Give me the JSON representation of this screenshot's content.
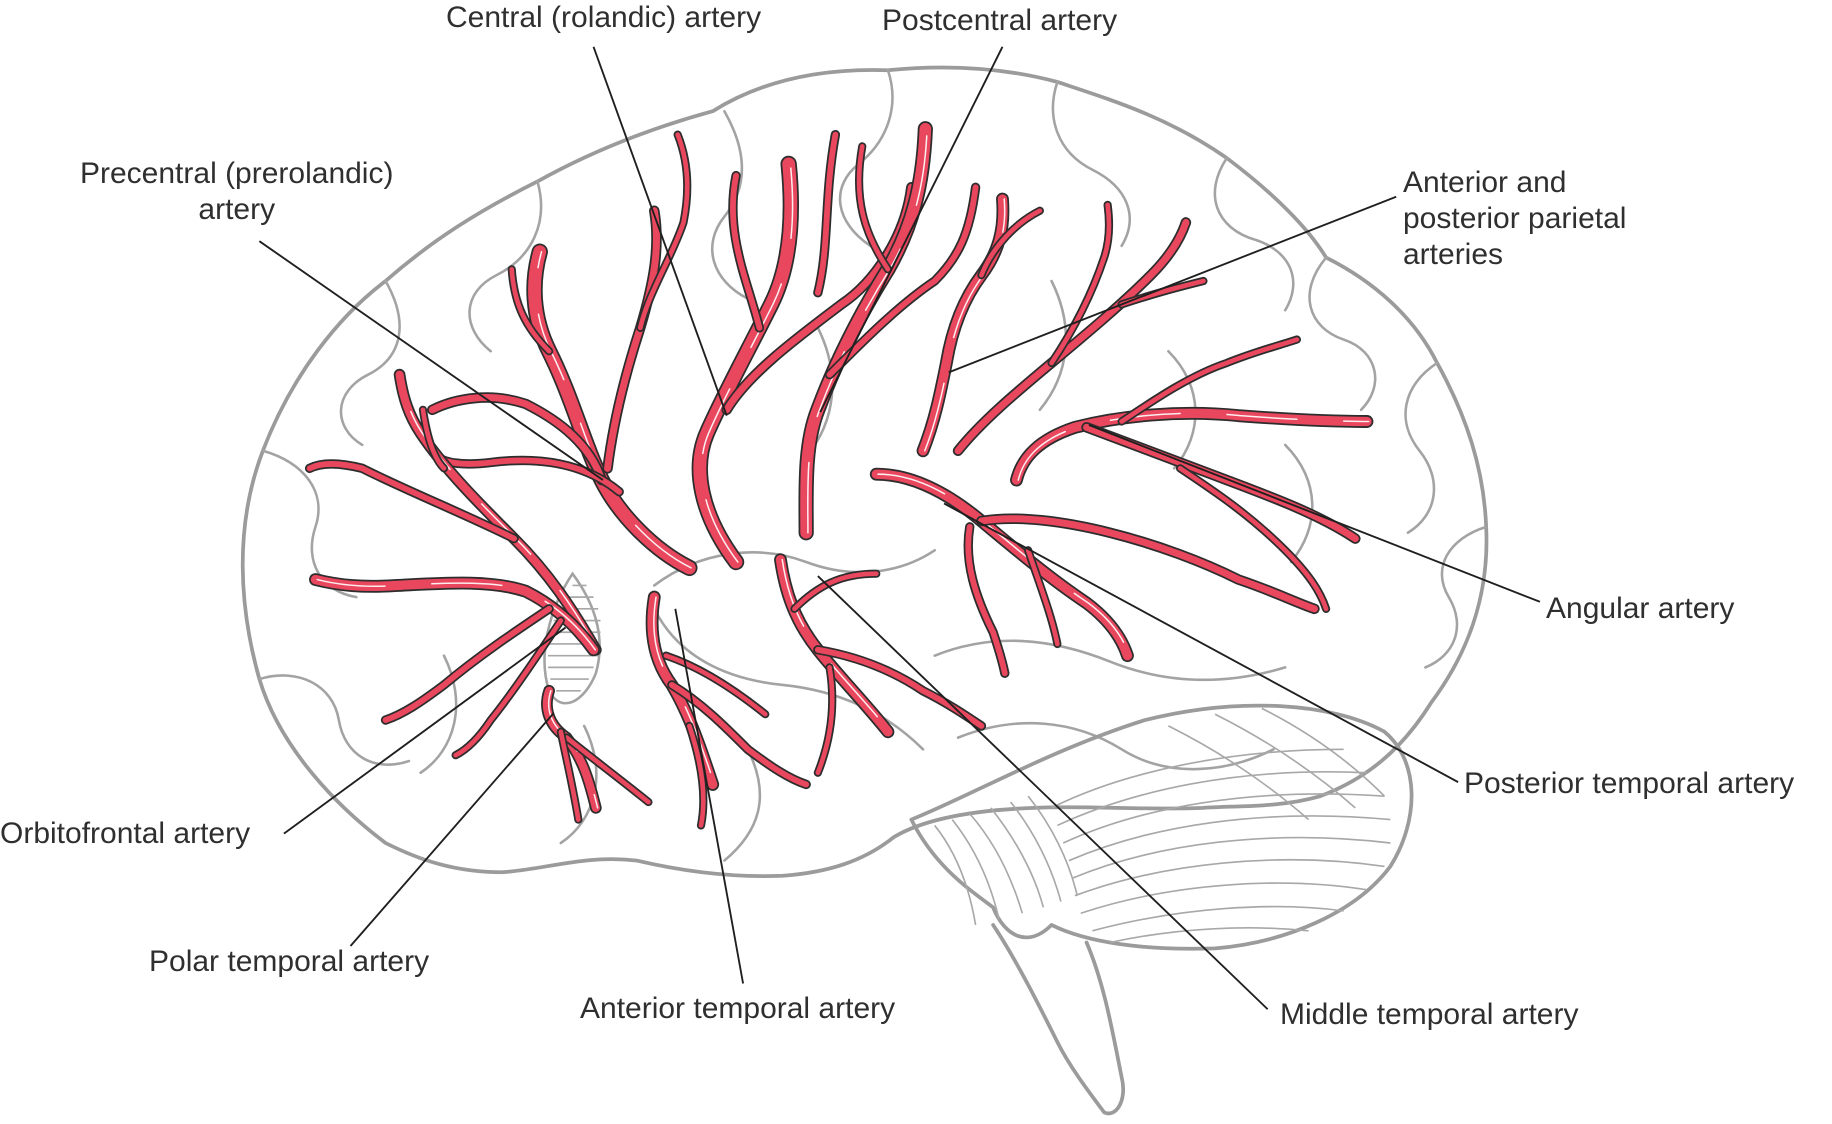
{
  "figure": {
    "subject": "Lateral view of the brain showing branches of the middle cerebral artery",
    "colors": {
      "artery": "#e8475e",
      "artery_outline": "#2d2d2d",
      "brain_outline": "#9b9b9b",
      "label_text": "#2f2f2f",
      "leader_line": "#1f1f1f",
      "background": "#ffffff"
    },
    "labels": [
      {
        "id": "central",
        "text": "Central (rolandic) artery"
      },
      {
        "id": "postcentral",
        "text": "Postcentral artery"
      },
      {
        "id": "precentral",
        "text": "Precentral (prerolandic)\nartery"
      },
      {
        "id": "parietal",
        "text": "Anterior and\nposterior parietal\narteries"
      },
      {
        "id": "angular",
        "text": "Angular artery"
      },
      {
        "id": "posterior_temporal",
        "text": "Posterior temporal artery"
      },
      {
        "id": "orbitofrontal",
        "text": "Orbitofrontal artery"
      },
      {
        "id": "polar_temporal",
        "text": "Polar temporal artery"
      },
      {
        "id": "anterior_temporal",
        "text": "Anterior temporal artery"
      },
      {
        "id": "middle_temporal",
        "text": "Middle temporal artery"
      }
    ]
  }
}
